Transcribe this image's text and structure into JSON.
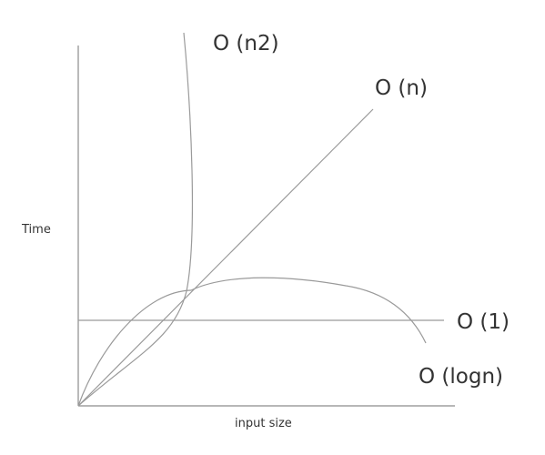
{
  "axes": {
    "x_label": "input size",
    "y_label": "Time"
  },
  "curves": [
    {
      "id": "n2",
      "label": "O (n2)"
    },
    {
      "id": "n",
      "label": "O (n)"
    },
    {
      "id": "one",
      "label": "O (1)"
    },
    {
      "id": "logn",
      "label": "O (logn)"
    }
  ],
  "colors": {
    "line": "#9a9a9a",
    "axis": "#8c8c8c",
    "text": "#333333",
    "background": "#ffffff"
  }
}
